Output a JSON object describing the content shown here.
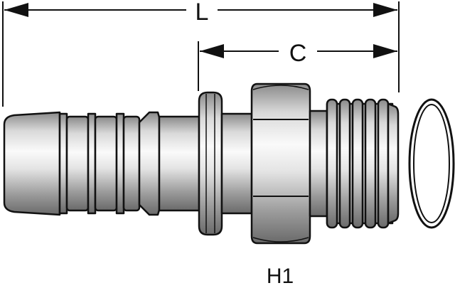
{
  "diagram": {
    "dimension_l_label": "L",
    "dimension_c_label": "C",
    "part_label": "H1"
  },
  "colors": {
    "line": "#111111",
    "metal_light": "#f2f2f2",
    "metal_mid": "#b8b8b8",
    "metal_dark": "#6e6e6e"
  }
}
